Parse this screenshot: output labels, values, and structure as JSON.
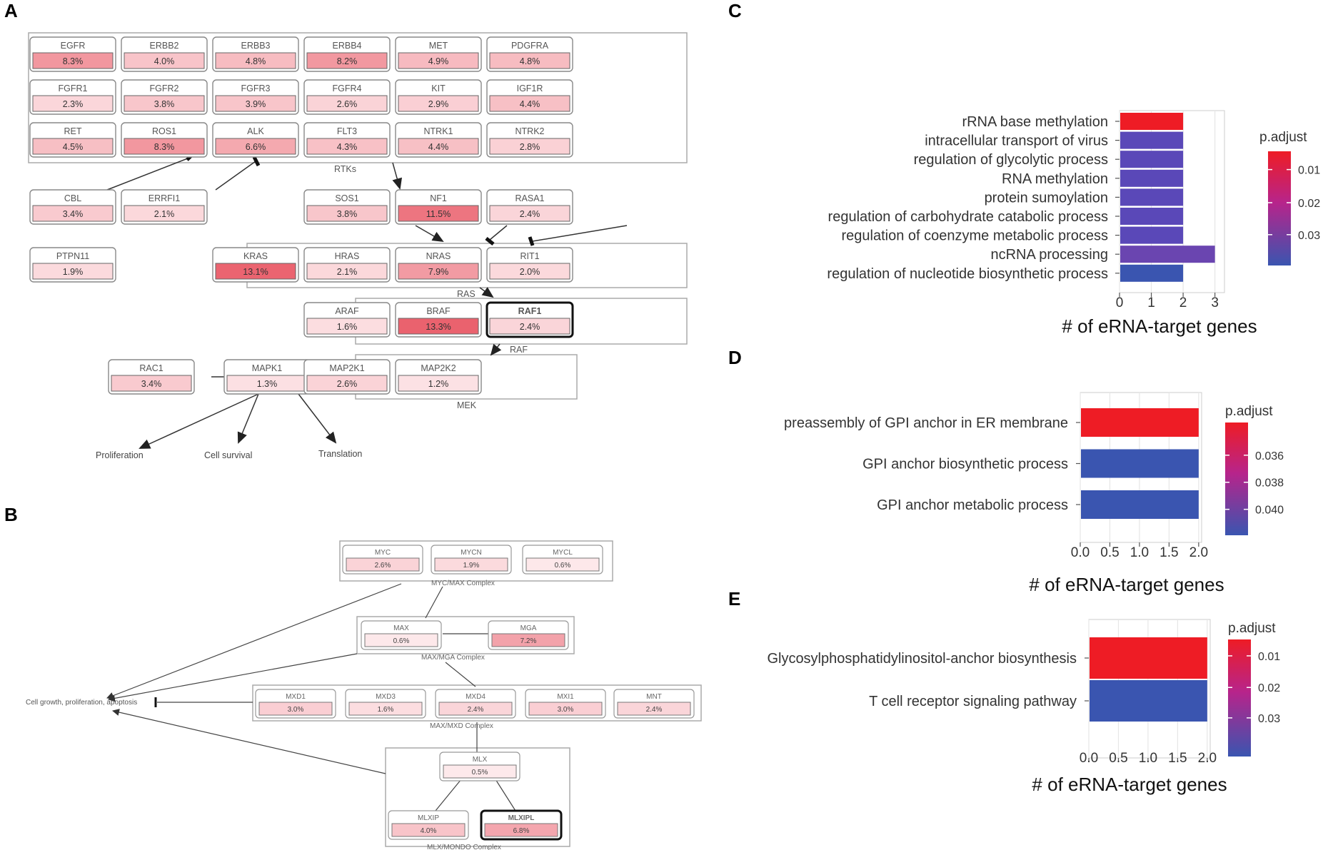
{
  "panels": {
    "A": {
      "letter": "A",
      "genes": {
        "EGFR": "8.3%",
        "ERBB2": "4.0%",
        "ERBB3": "4.8%",
        "ERBB4": "8.2%",
        "MET": "4.9%",
        "PDGFRA": "4.8%",
        "FGFR1": "2.3%",
        "FGFR2": "3.8%",
        "FGFR3": "3.9%",
        "FGFR4": "2.6%",
        "KIT": "2.9%",
        "IGF1R": "4.4%",
        "RET": "4.5%",
        "ROS1": "8.3%",
        "ALK": "6.6%",
        "FLT3": "4.3%",
        "NTRK1": "4.4%",
        "NTRK2": "2.8%",
        "CBL": "3.4%",
        "ERRFI1": "2.1%",
        "SOS1": "3.8%",
        "NF1": "11.5%",
        "RASA1": "2.4%",
        "PTPN11": "1.9%",
        "KRAS": "13.1%",
        "HRAS": "2.1%",
        "NRAS": "7.9%",
        "RIT1": "2.0%",
        "ARAF": "1.6%",
        "BRAF": "13.3%",
        "RAF1": "2.4%",
        "RAC1": "3.4%",
        "MAPK1": "1.3%",
        "MAP2K1": "2.6%",
        "MAP2K2": "1.2%"
      },
      "groups": {
        "rtks": "RTKs",
        "ras": "RAS",
        "raf": "RAF",
        "mek": "MEK"
      },
      "outcomes": {
        "proliferation": "Proliferation",
        "survival": "Cell survival",
        "translation": "Translation"
      }
    },
    "B": {
      "letter": "B",
      "genes": {
        "MYC": "2.6%",
        "MYCN": "1.9%",
        "MYCL": "0.6%",
        "MAX": "0.6%",
        "MGA": "7.2%",
        "MXD1": "3.0%",
        "MXD3": "1.6%",
        "MXD4": "2.4%",
        "MXI1": "3.0%",
        "MNT": "2.4%",
        "MLX": "0.5%",
        "MLXIP": "4.0%",
        "MLXIPL": "6.8%"
      },
      "groups": {
        "myc_max": "MYC/MAX Complex",
        "max_mga": "MAX/MGA Complex",
        "max_mxd": "MAX/MXD Complex",
        "mlx_mondo": "MLX/MONDO Complex"
      },
      "outcome": "Cell growth, proliferation, apoptosis"
    },
    "C": {
      "letter": "C"
    },
    "D": {
      "letter": "D"
    },
    "E": {
      "letter": "E"
    }
  },
  "chart_data": [
    {
      "panel": "C",
      "type": "bar",
      "orientation": "horizontal",
      "categories": [
        "rRNA base methylation",
        "intracellular transport of virus",
        "regulation of glycolytic process",
        "RNA methylation",
        "protein sumoylation",
        "regulation of carbohydrate catabolic process",
        "regulation of coenzyme metabolic process",
        "ncRNA processing",
        "regulation of nucleotide biosynthetic process"
      ],
      "values": [
        2,
        2,
        2,
        2,
        2,
        2,
        2,
        3,
        2
      ],
      "colors": [
        "#ee1c25",
        "#5a48b8",
        "#5a48b8",
        "#5a48b8",
        "#5a48b8",
        "#5a48b8",
        "#5a48b8",
        "#6a45b0",
        "#3a55b0"
      ],
      "xlabel": "# of eRNA-target genes",
      "xlim": [
        0,
        3.3
      ],
      "xticks": [
        "0",
        "1",
        "2",
        "3"
      ],
      "xtick_values": [
        0,
        1,
        2,
        3
      ],
      "grid": true,
      "legend": {
        "title": "p.adjust",
        "ticks": [
          "0.01",
          "0.02",
          "0.03"
        ],
        "placement": "right"
      }
    },
    {
      "panel": "D",
      "type": "bar",
      "orientation": "horizontal",
      "categories": [
        "preassembly of GPI anchor in ER membrane",
        "GPI anchor biosynthetic process",
        "GPI anchor metabolic process"
      ],
      "values": [
        2,
        2,
        2
      ],
      "colors": [
        "#ee1c25",
        "#3a55b0",
        "#3a55b0"
      ],
      "xlabel": "# of eRNA-target genes",
      "xlim": [
        0,
        2.05
      ],
      "xticks": [
        "0.0",
        "0.5",
        "1.0",
        "1.5",
        "2.0"
      ],
      "xtick_values": [
        0,
        0.5,
        1.0,
        1.5,
        2.0
      ],
      "grid": true,
      "legend": {
        "title": "p.adjust",
        "ticks": [
          "0.036",
          "0.038",
          "0.040"
        ],
        "placement": "right"
      }
    },
    {
      "panel": "E",
      "type": "bar",
      "orientation": "horizontal",
      "categories": [
        "Glycosylphosphatidylinositol-anchor biosynthesis",
        "T cell receptor signaling pathway"
      ],
      "values": [
        2,
        2
      ],
      "colors": [
        "#ee1c25",
        "#3a55b0"
      ],
      "xlabel": "# of eRNA-target genes",
      "xlim": [
        0,
        2.05
      ],
      "xticks": [
        "0.0",
        "0.5",
        "1.0",
        "1.5",
        "2.0"
      ],
      "xtick_values": [
        0,
        0.5,
        1.0,
        1.5,
        2.0
      ],
      "grid": true,
      "legend": {
        "title": "p.adjust",
        "ticks": [
          "0.01",
          "0.02",
          "0.03"
        ],
        "placement": "right"
      }
    }
  ]
}
